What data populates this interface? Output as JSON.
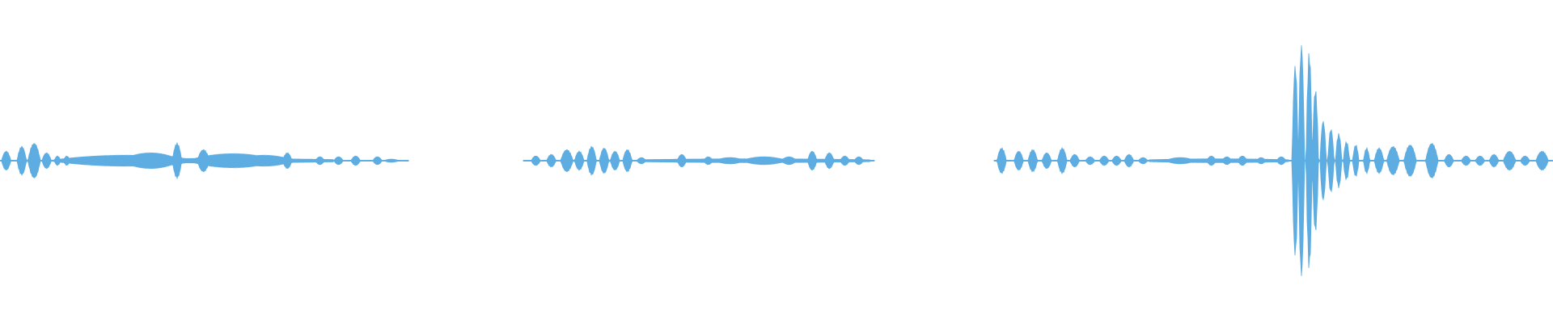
{
  "waveform": {
    "color": "#5dade2",
    "background": "#ffffff",
    "segments": [
      {
        "start": 0.0,
        "end": 0.263,
        "bursts": [
          {
            "t": 0.004,
            "a": 0.06,
            "w": 0.003
          },
          {
            "t": 0.014,
            "a": 0.09,
            "w": 0.003
          },
          {
            "t": 0.022,
            "a": 0.11,
            "w": 0.004
          },
          {
            "t": 0.03,
            "a": 0.05,
            "w": 0.003
          },
          {
            "t": 0.037,
            "a": 0.03,
            "w": 0.002
          },
          {
            "t": 0.043,
            "a": 0.03,
            "w": 0.002
          },
          {
            "t": 0.081,
            "a": 0.035,
            "w": 0.05
          },
          {
            "t": 0.097,
            "a": 0.05,
            "w": 0.02
          },
          {
            "t": 0.114,
            "a": 0.11,
            "w": 0.003
          },
          {
            "t": 0.131,
            "a": 0.07,
            "w": 0.004
          },
          {
            "t": 0.15,
            "a": 0.045,
            "w": 0.03
          },
          {
            "t": 0.17,
            "a": 0.035,
            "w": 0.02
          },
          {
            "t": 0.185,
            "a": 0.05,
            "w": 0.003
          },
          {
            "t": 0.206,
            "a": 0.025,
            "w": 0.003
          },
          {
            "t": 0.218,
            "a": 0.025,
            "w": 0.003
          },
          {
            "t": 0.229,
            "a": 0.03,
            "w": 0.003
          },
          {
            "t": 0.243,
            "a": 0.025,
            "w": 0.003
          },
          {
            "t": 0.252,
            "a": 0.01,
            "w": 0.005
          }
        ],
        "floor": 0.012,
        "floor_ranges": [
          [
            0.045,
            0.215
          ]
        ]
      },
      {
        "start": 0.337,
        "end": 0.563,
        "bursts": [
          {
            "t": 0.345,
            "a": 0.03,
            "w": 0.003
          },
          {
            "t": 0.355,
            "a": 0.04,
            "w": 0.003
          },
          {
            "t": 0.365,
            "a": 0.07,
            "w": 0.004
          },
          {
            "t": 0.373,
            "a": 0.06,
            "w": 0.003
          },
          {
            "t": 0.381,
            "a": 0.09,
            "w": 0.003
          },
          {
            "t": 0.389,
            "a": 0.08,
            "w": 0.003
          },
          {
            "t": 0.396,
            "a": 0.06,
            "w": 0.003
          },
          {
            "t": 0.404,
            "a": 0.07,
            "w": 0.003
          },
          {
            "t": 0.413,
            "a": 0.02,
            "w": 0.003
          },
          {
            "t": 0.439,
            "a": 0.04,
            "w": 0.003
          },
          {
            "t": 0.456,
            "a": 0.025,
            "w": 0.003
          },
          {
            "t": 0.47,
            "a": 0.02,
            "w": 0.01
          },
          {
            "t": 0.492,
            "a": 0.025,
            "w": 0.015
          },
          {
            "t": 0.508,
            "a": 0.025,
            "w": 0.005
          },
          {
            "t": 0.523,
            "a": 0.06,
            "w": 0.003
          },
          {
            "t": 0.534,
            "a": 0.05,
            "w": 0.003
          },
          {
            "t": 0.544,
            "a": 0.03,
            "w": 0.003
          },
          {
            "t": 0.553,
            "a": 0.025,
            "w": 0.003
          }
        ],
        "floor": 0.01,
        "floor_ranges": [
          [
            0.41,
            0.56
          ]
        ]
      },
      {
        "start": 0.64,
        "end": 1.0,
        "bursts": [
          {
            "t": 0.645,
            "a": 0.08,
            "w": 0.003
          },
          {
            "t": 0.656,
            "a": 0.06,
            "w": 0.003
          },
          {
            "t": 0.665,
            "a": 0.07,
            "w": 0.003
          },
          {
            "t": 0.674,
            "a": 0.05,
            "w": 0.003
          },
          {
            "t": 0.684,
            "a": 0.08,
            "w": 0.003
          },
          {
            "t": 0.692,
            "a": 0.04,
            "w": 0.003
          },
          {
            "t": 0.702,
            "a": 0.025,
            "w": 0.003
          },
          {
            "t": 0.711,
            "a": 0.03,
            "w": 0.003
          },
          {
            "t": 0.719,
            "a": 0.03,
            "w": 0.003
          },
          {
            "t": 0.727,
            "a": 0.04,
            "w": 0.003
          },
          {
            "t": 0.736,
            "a": 0.02,
            "w": 0.003
          },
          {
            "t": 0.76,
            "a": 0.02,
            "w": 0.01
          },
          {
            "t": 0.78,
            "a": 0.03,
            "w": 0.003
          },
          {
            "t": 0.79,
            "a": 0.025,
            "w": 0.003
          },
          {
            "t": 0.8,
            "a": 0.03,
            "w": 0.003
          },
          {
            "t": 0.812,
            "a": 0.02,
            "w": 0.003
          },
          {
            "t": 0.825,
            "a": 0.025,
            "w": 0.003
          },
          {
            "t": 0.834,
            "a": 0.6,
            "w": 0.002
          },
          {
            "t": 0.838,
            "a": 0.73,
            "w": 0.002
          },
          {
            "t": 0.843,
            "a": 0.68,
            "w": 0.002
          },
          {
            "t": 0.847,
            "a": 0.45,
            "w": 0.002
          },
          {
            "t": 0.852,
            "a": 0.25,
            "w": 0.002
          },
          {
            "t": 0.857,
            "a": 0.2,
            "w": 0.002
          },
          {
            "t": 0.862,
            "a": 0.17,
            "w": 0.002
          },
          {
            "t": 0.867,
            "a": 0.12,
            "w": 0.002
          },
          {
            "t": 0.873,
            "a": 0.1,
            "w": 0.002
          },
          {
            "t": 0.88,
            "a": 0.08,
            "w": 0.002
          },
          {
            "t": 0.888,
            "a": 0.08,
            "w": 0.003
          },
          {
            "t": 0.897,
            "a": 0.09,
            "w": 0.004
          },
          {
            "t": 0.908,
            "a": 0.1,
            "w": 0.004
          },
          {
            "t": 0.922,
            "a": 0.11,
            "w": 0.004
          },
          {
            "t": 0.933,
            "a": 0.04,
            "w": 0.003
          },
          {
            "t": 0.944,
            "a": 0.03,
            "w": 0.003
          },
          {
            "t": 0.953,
            "a": 0.03,
            "w": 0.003
          },
          {
            "t": 0.962,
            "a": 0.04,
            "w": 0.003
          },
          {
            "t": 0.972,
            "a": 0.06,
            "w": 0.004
          },
          {
            "t": 0.982,
            "a": 0.03,
            "w": 0.003
          },
          {
            "t": 0.993,
            "a": 0.06,
            "w": 0.004
          }
        ],
        "floor": 0.01,
        "floor_ranges": [
          [
            0.74,
            0.83
          ]
        ]
      }
    ]
  }
}
